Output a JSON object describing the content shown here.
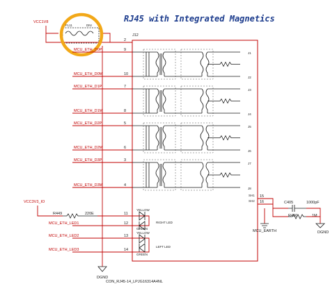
{
  "title": "RJ45 with Integrated Magnetics",
  "component": {
    "ref": "J12",
    "value": "CON_RJ45-14_LPJG16314A4NL"
  },
  "ferrite": {
    "ref": "FL11",
    "value": "DNI",
    "pin1": "1",
    "pin2": "2"
  },
  "power": {
    "vcc1v8": "VCC1V8",
    "vcc3v3": "VCC3V3_IO"
  },
  "resistors": {
    "r449": {
      "ref": "R449",
      "value": "220E"
    },
    "r456": {
      "ref": "R456",
      "value": "1M"
    }
  },
  "capacitor": {
    "ref": "C405",
    "value": "1000pF"
  },
  "grounds": {
    "dgnd": "DGND",
    "earth": "MCU_EARTH",
    "dgnd2": "DGND"
  },
  "pins": [
    {
      "net": "",
      "num": "2"
    },
    {
      "net": "MCU_ETH_D0P",
      "num": "9"
    },
    {
      "net": "MCU_ETH_D0M",
      "num": "10"
    },
    {
      "net": "MCU_ETH_D1P",
      "num": "7"
    },
    {
      "net": "MCU_ETH_D1M",
      "num": "8"
    },
    {
      "net": "MCU_ETH_D2P",
      "num": "5"
    },
    {
      "net": "MCU_ETH_D2M",
      "num": "6"
    },
    {
      "net": "MCU_ETH_D3P",
      "num": "3"
    },
    {
      "net": "MCU_ETH_D3M",
      "num": "4"
    },
    {
      "net": "",
      "num": "11"
    },
    {
      "net": "MCU_ETH_LED1",
      "num": "12"
    },
    {
      "net": "MCU_ETH_LED2",
      "num": "13"
    },
    {
      "net": "MCU_ETH_LED3",
      "num": "14"
    }
  ],
  "right_pins": [
    "15",
    "16"
  ],
  "inner_marks": [
    "J1",
    "J2",
    "J3",
    "J4",
    "J5",
    "J6",
    "J7",
    "J8"
  ],
  "leds": {
    "right": {
      "c1": "YELLOW",
      "c2": "GREEN",
      "label": "RIGHT LED"
    },
    "left": {
      "c1": "YELLOW",
      "c2": "GREEN",
      "label": "LEFT LED"
    }
  },
  "shield": {
    "a": "SH1",
    "b": "SH2"
  }
}
